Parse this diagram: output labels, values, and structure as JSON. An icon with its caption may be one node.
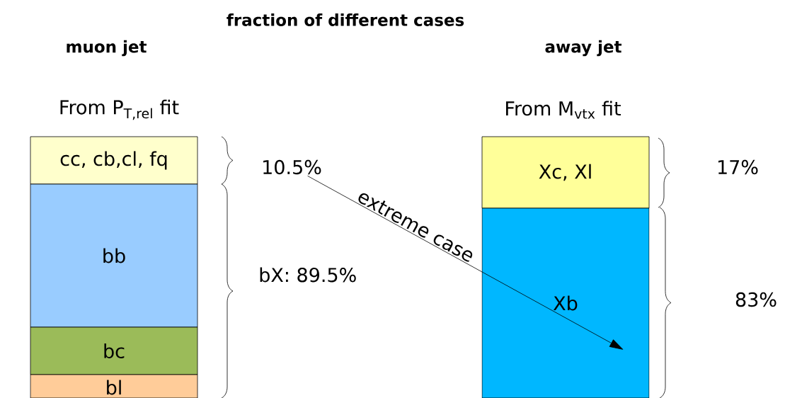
{
  "diagram": {
    "title": "fraction of different cases",
    "nodes": [
      {
        "text": [
          "cc, cb,cl, fq"
        ]
      },
      {
        "text": [
          "bb"
        ]
      },
      {
        "text": [
          "bc"
        ]
      },
      {
        "text": [
          "bl"
        ]
      },
      {
        "text": [
          "Xc, Xl"
        ]
      },
      {
        "text": [
          "Xb"
        ]
      },
      {
        "text": [
          "10.5%"
        ]
      }
    ],
    "edges": [
      {
        "from": 6,
        "to": 5,
        "arrow": "to",
        "label": "extreme case"
      }
    ],
    "labels": [
      "muon jet",
      "away jet",
      "From P$_{T,rel}$ fit",
      "From M$_{vtx}$ fit",
      "bX: 89.5%",
      "17%",
      "83%"
    ]
  }
}
